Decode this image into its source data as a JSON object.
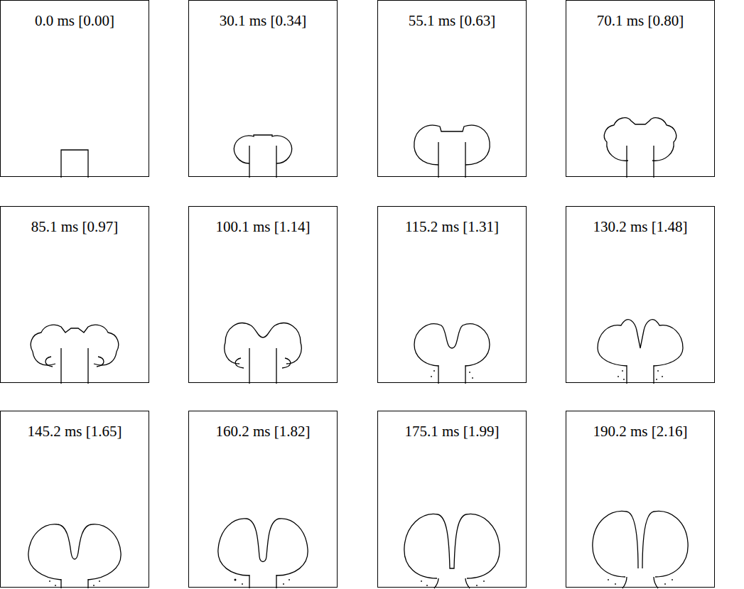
{
  "diagram": {
    "nodes": [
      {
        "text": [
          "0.0 ms [0.00]"
        ]
      },
      {
        "text": [
          "30.1 ms [0.34]"
        ]
      },
      {
        "text": [
          "55.1 ms [0.63]"
        ]
      },
      {
        "text": [
          "70.1 ms [0.80]"
        ]
      },
      {
        "text": [
          "85.1 ms [0.97]"
        ]
      },
      {
        "text": [
          "100.1 ms [1.14]"
        ]
      },
      {
        "text": [
          "115.2 ms [1.31]"
        ]
      },
      {
        "text": [
          "130.2 ms [1.48]"
        ]
      },
      {
        "text": [
          "145.2 ms [1.65]"
        ]
      },
      {
        "text": [
          "160.2 ms [1.82]"
        ]
      },
      {
        "text": [
          "175.1 ms [1.99]"
        ]
      },
      {
        "text": [
          "190.2 ms [2.16]"
        ]
      }
    ]
  }
}
